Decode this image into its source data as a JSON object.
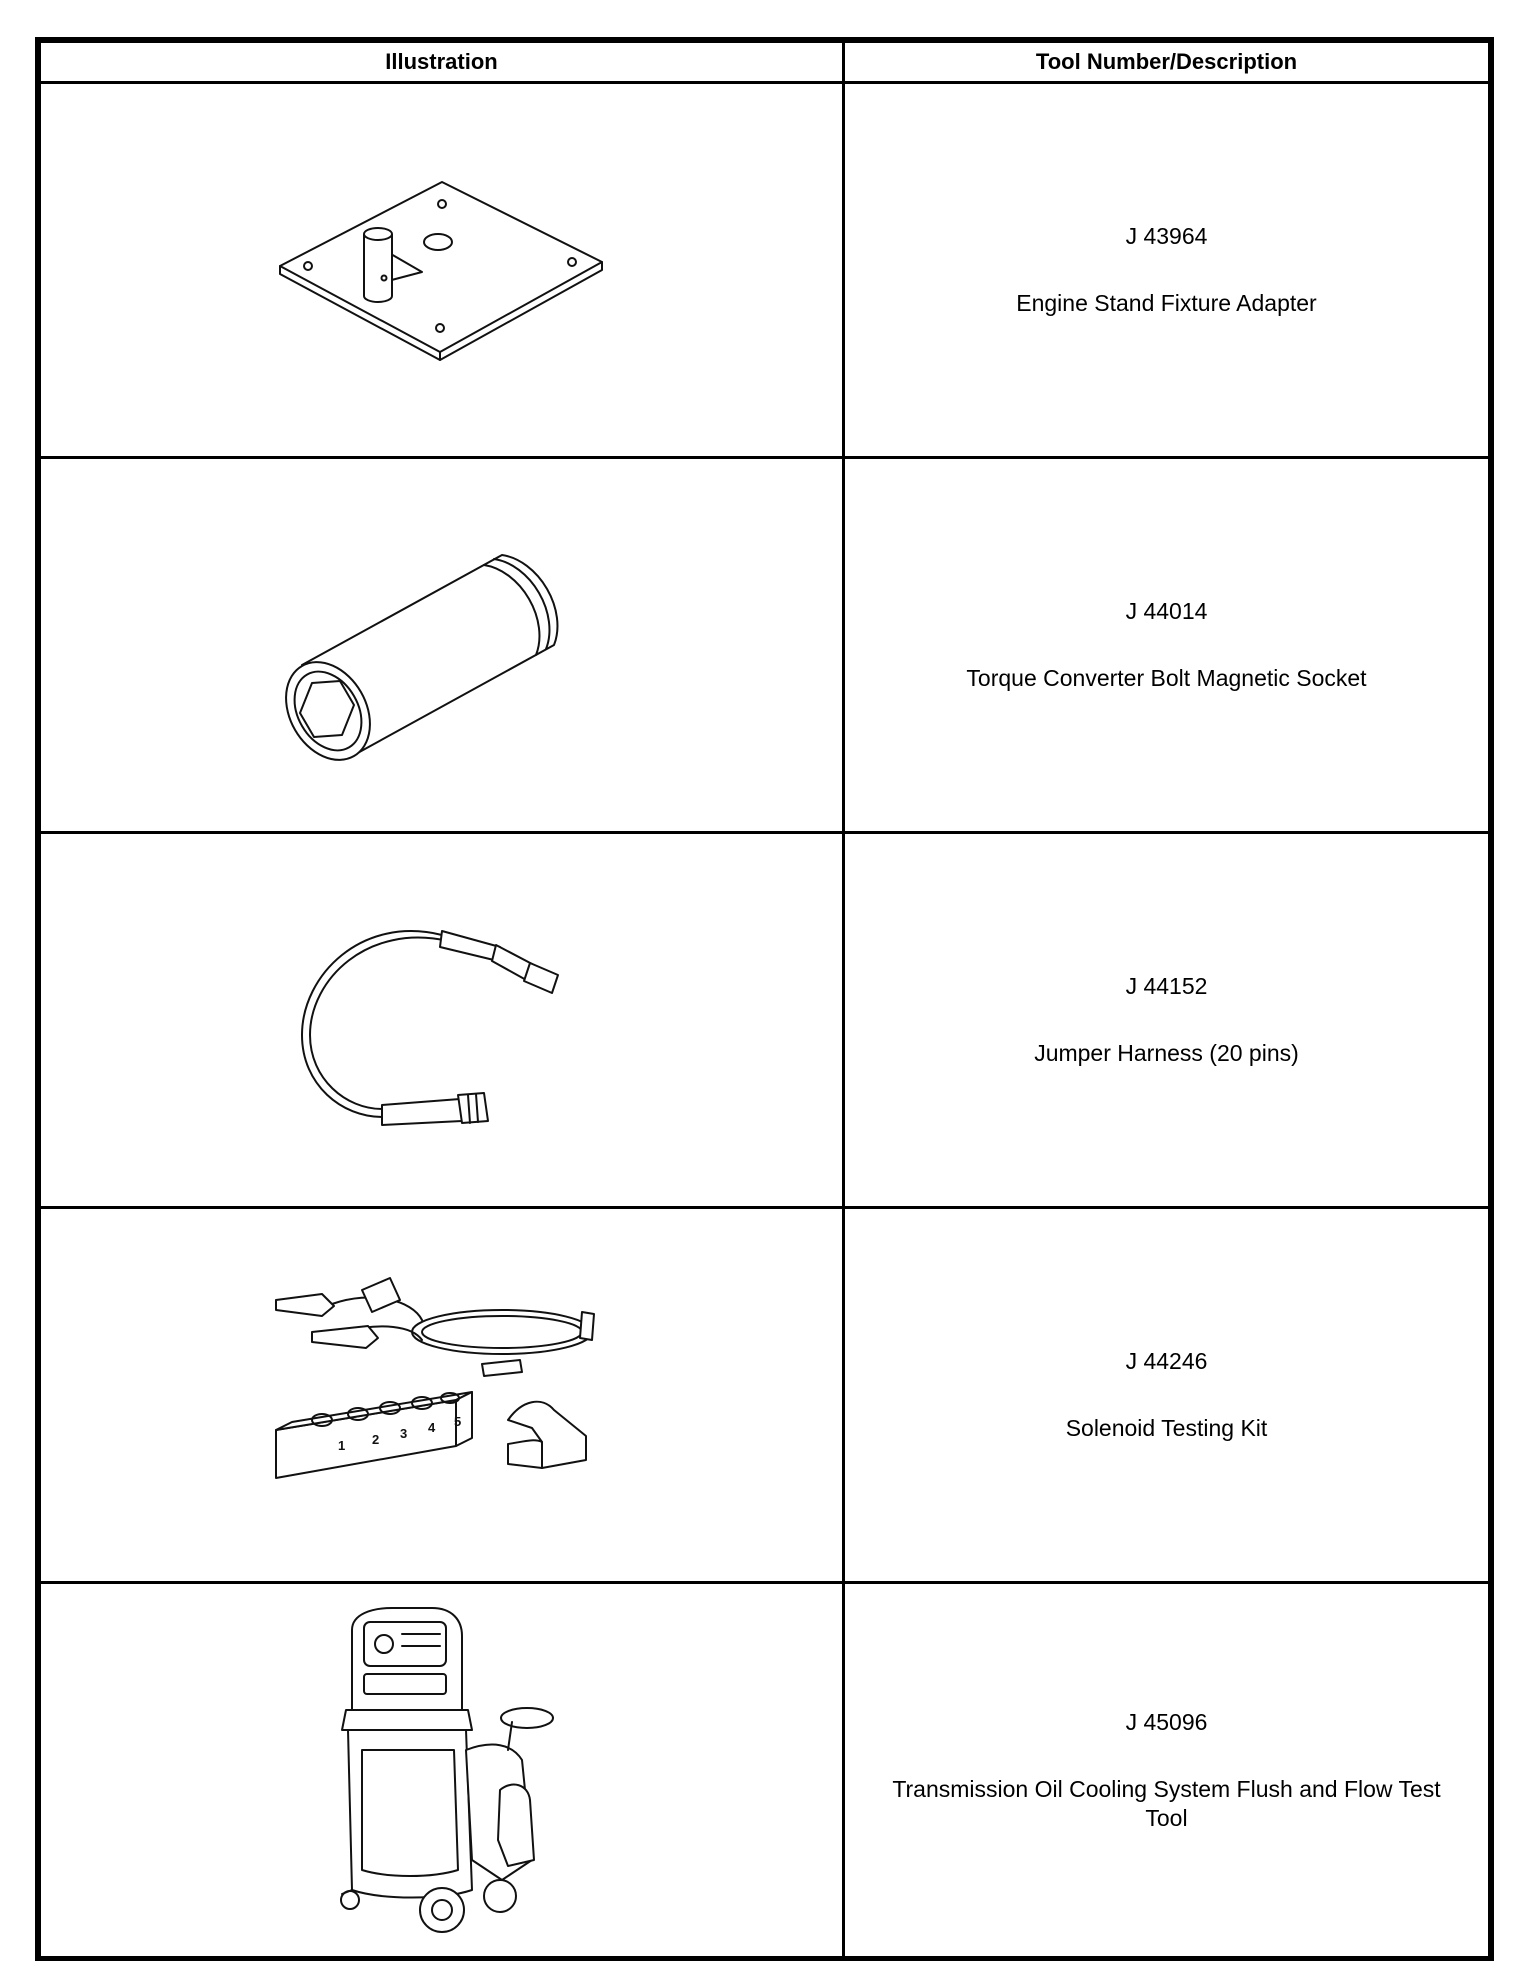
{
  "table": {
    "headers": {
      "illustration": "Illustration",
      "tool": "Tool Number/Description"
    },
    "rows": [
      {
        "number": "J 43964",
        "description": "Engine Stand Fixture Adapter",
        "icon": "engine-stand-fixture-adapter-icon"
      },
      {
        "number": "J 44014",
        "description": "Torque Converter Bolt Magnetic Socket",
        "icon": "magnetic-socket-icon"
      },
      {
        "number": "J 44152",
        "description": "Jumper Harness (20 pins)",
        "icon": "jumper-harness-icon"
      },
      {
        "number": "J 44246",
        "description": "Solenoid Testing Kit",
        "icon": "solenoid-testing-kit-icon",
        "block_labels": [
          "1",
          "2",
          "3",
          "4",
          "5"
        ]
      },
      {
        "number": "J 45096",
        "description": "Transmission Oil Cooling System Flush and Flow Test Tool",
        "icon": "flush-flow-test-tool-icon"
      }
    ]
  }
}
